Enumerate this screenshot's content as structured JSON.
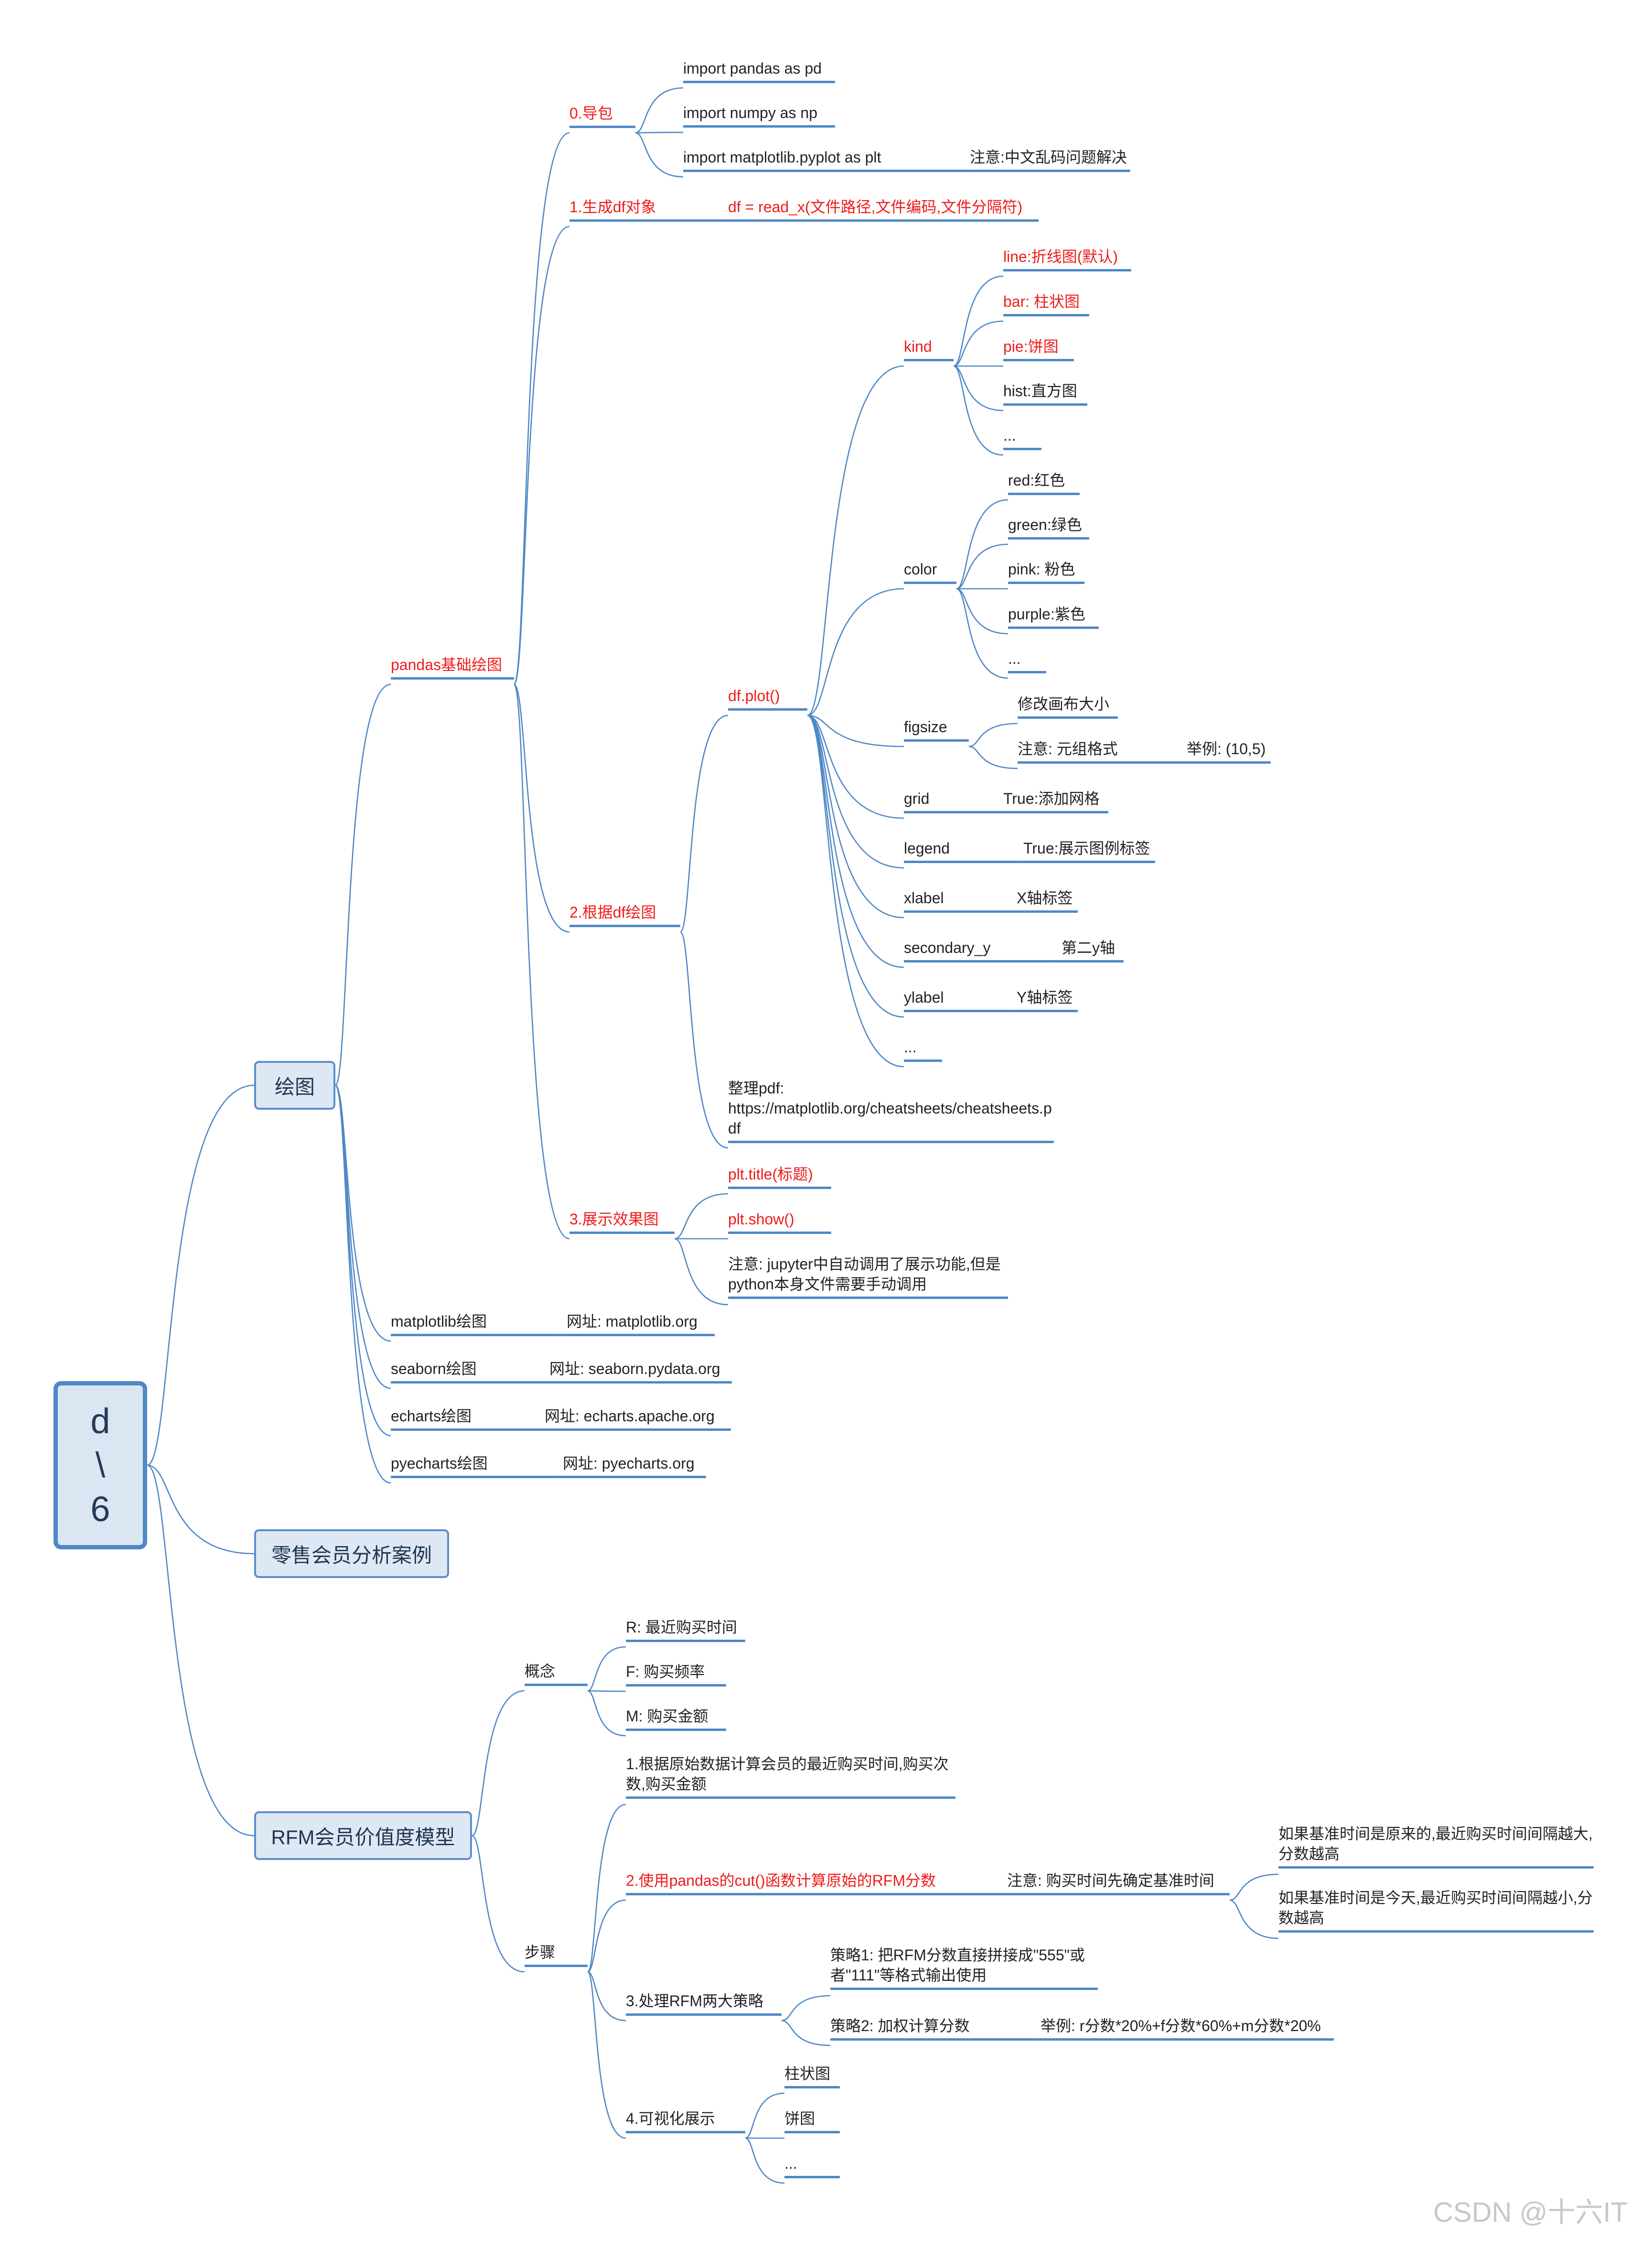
{
  "root": {
    "line1": "d",
    "line2": "\\",
    "line3": "6"
  },
  "main_topics": {
    "plotting": "绘图",
    "retail_case": "零售会员分析案例",
    "rfm_model": "RFM会员价值度模型"
  },
  "pandas_plotting": {
    "title": "pandas基础绘图",
    "import_step": {
      "title": "0.导包",
      "pandas": "import pandas as pd",
      "numpy": "import numpy as np",
      "matplotlib": "import matplotlib.pyplot as plt",
      "note": "注意:中文乱码问题解决"
    },
    "create_df": {
      "title": "1.生成df对象",
      "code": "df = read_x(文件路径,文件编码,文件分隔符)"
    },
    "plot_step": {
      "title": "2.根据df绘图",
      "method": "df.plot()",
      "kind": {
        "label": "kind",
        "line": "line:折线图(默认)",
        "bar": "bar: 柱状图",
        "pie": "pie:饼图",
        "hist": "hist:直方图",
        "more": "..."
      },
      "color": {
        "label": "color",
        "red": "red:红色",
        "green": "green:绿色",
        "pink": "pink: 粉色",
        "purple": "purple:紫色",
        "more": "..."
      },
      "figsize": {
        "label": "figsize",
        "desc": "修改画布大小",
        "note": "注意: 元组格式",
        "example": "举例: (10,5)"
      },
      "grid": {
        "label": "grid",
        "desc": "True:添加网格"
      },
      "legend": {
        "label": "legend",
        "desc": "True:展示图例标签"
      },
      "xlabel": {
        "label": "xlabel",
        "desc": "X轴标签"
      },
      "secondary_y": {
        "label": "secondary_y",
        "desc": "第二y轴"
      },
      "ylabel": {
        "label": "ylabel",
        "desc": "Y轴标签"
      },
      "more": "...",
      "cheatsheet": "整理pdf:\nhttps://matplotlib.org/cheatsheets/cheatsheets.pdf"
    },
    "show_step": {
      "title": "3.展示效果图",
      "plt_title": "plt.title(标题)",
      "plt_show": "plt.show()",
      "note": "注意: jupyter中自动调用了展示功能,但是python本身文件需要手动调用"
    }
  },
  "libraries": [
    {
      "name": "matplotlib绘图",
      "site": "网址:  matplotlib.org"
    },
    {
      "name": "seaborn绘图",
      "site": "网址: seaborn.pydata.org"
    },
    {
      "name": "echarts绘图",
      "site": "网址: echarts.apache.org"
    },
    {
      "name": "pyecharts绘图",
      "site": "网址: pyecharts.org"
    }
  ],
  "rfm": {
    "concept": {
      "title": "概念",
      "r": "R: 最近购买时间",
      "f": "F: 购买频率",
      "m": "M: 购买金额"
    },
    "steps": {
      "title": "步骤",
      "step1": "1.根据原始数据计算会员的最近购买时间,购买次数,购买金额",
      "step2": "2.使用pandas的cut()函数计算原始的RFM分数",
      "step2_note": "注意: 购买时间先确定基准时间",
      "step2_case1": "如果基准时间是原来的,最近购买时间间隔越大,分数越高",
      "step2_case2": "如果基准时间是今天,最近购买时间间隔越小,分数越高",
      "step3": "3.处理RFM两大策略",
      "strategy1": "策略1: 把RFM分数直接拼接成\"555\"或者\"111\"等格式输出使用",
      "strategy2": "策略2: 加权计算分数",
      "strategy2_example": "举例: r分数*20%+f分数*60%+m分数*20%",
      "step4": "4.可视化展示",
      "bar": "柱状图",
      "pie": "饼图",
      "more": "..."
    }
  },
  "watermark": "CSDN @十六IT",
  "colors": {
    "line": "#4f88c6",
    "red_text": "#ee1b1b",
    "box_fill": "#dde8f4"
  }
}
